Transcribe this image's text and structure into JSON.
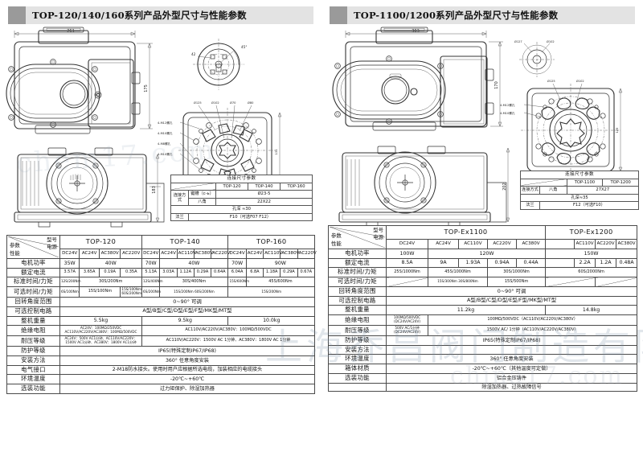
{
  "panels": [
    {
      "title": "TOP-120/140/160系列产品外型尺寸与性能参数",
      "drawing": {
        "width_dim": "261",
        "height_dim": "175",
        "height_dim2": "183",
        "top_view_angle": "45°",
        "top_view_dia": "42",
        "flange_dims": [
          "Ø125",
          "Ø102",
          "Ø70",
          "Ø80"
        ],
        "flange_bolts": [
          "4-M12螺孔",
          "4-M10螺孔",
          "4-M8螺孔",
          "4-M10螺孔"
        ],
        "flange_w": "131",
        "flange_h": "131"
      },
      "conn_table": {
        "title": "连接尺寸参数",
        "models": [
          "TOP-120",
          "TOP-140",
          "TOP-160"
        ],
        "method_label": "连接方式",
        "rows": [
          {
            "type": "键槽（c-ь）",
            "value": "Ø23-5"
          },
          {
            "type": "八角",
            "value": "22X22"
          }
        ],
        "depth": "孔深 ≈30",
        "flange_label": "法兰",
        "flange_value": "F10（可选F07 F12）"
      },
      "spec_table": {
        "corner": {
          "model": "型号",
          "power": "电源",
          "param": "参数",
          "perf": "性能"
        },
        "models": [
          {
            "name": "TOP-120",
            "voltages": [
              "DC24V",
              "AC24V",
              "AC380V",
              "AC220V"
            ]
          },
          {
            "name": "TOP-140",
            "voltages": [
              "DC24V",
              "AC24V",
              "AC110V",
              "AC380V",
              "AC220V"
            ]
          },
          {
            "name": "TOP-160",
            "voltages": [
              "DC24V",
              "AC24V",
              "AC110V",
              "AC380V",
              "AC220V"
            ]
          }
        ],
        "rows": [
          {
            "label": "电机功率",
            "cells": [
              "35W",
              "40W",
              "70W",
              "40W",
              "70W",
              "90W"
            ]
          },
          {
            "label": "额定电流",
            "cells": [
              "3.57A",
              "3.65A",
              "0.19A",
              "0.35A",
              "5.13A",
              "3.03A",
              "1.12A",
              "0.29A",
              "0.64A",
              "6.04A",
              "6.8A",
              "1.18A",
              "0.29A",
              "0.67A"
            ]
          },
          {
            "label": "标准时间/力矩",
            "cells": [
              "12S/200Nm",
              "30S/200Nm",
              "12S/400Nm",
              "30S/400Nm",
              "15S/600Nm",
              "45S/600Nm"
            ]
          },
          {
            "label": "可选时间/力矩",
            "cells": [
              "6S/100Nm",
              "15S/100Nm",
              "15S/100Nm 60S/200Nm",
              "6S/200Nm",
              "15S/200Nm 60S/200Nm",
              "15S/200Nm"
            ]
          },
          {
            "label": "回转角度范围",
            "value": "0~90° 可调"
          },
          {
            "label": "可选控制电路",
            "value": "A型/B型/C型/D型/E型/F型/MK型/MT型"
          },
          {
            "label": "整机重量",
            "cells": [
              "5.5kg",
              "9.5kg",
              "10.0kg"
            ]
          },
          {
            "label": "绝缘电阻",
            "cells": [
              "AC24V：100MΩ/250VDC AC110V/AC220V/AC380V：100MΩ/500VDC",
              "AC110V/AC220V/AC380V：100MΩ/500VDC"
            ]
          },
          {
            "label": "耐压等级",
            "cells": [
              "AC24V：500V AC1分钟、AC110V/AC220V：1500V AC1分钟、AC380V：1800V AC1分钟",
              "AC110V/AC220V：1500V AC 1分钟、AC380V：1800V AC 1分钟"
            ]
          },
          {
            "label": "防护等级",
            "value": "IP65(特殊定制IP67/IP68)"
          },
          {
            "label": "安装方法",
            "value": "360°  任意角度安装"
          },
          {
            "label": "电气接口",
            "value": "2-M18防水接头。使用时用户应根据所选电缆，加装相应的电缆接头"
          },
          {
            "label": "环境温度",
            "value": "-20℃~+60℃"
          },
          {
            "label": "选装功能",
            "value": "过力矩保护、除湿加热器"
          }
        ]
      }
    },
    {
      "title": "TOP-1100/1200系列产品外型尺寸与性能参数",
      "drawing": {
        "width_dim": "303",
        "height_dim": "170",
        "height_dim2": "202",
        "top_view_dia": "Ø127",
        "top_view_dia2": "Ø102",
        "flange_dims": [
          "Ø125",
          "Ø102"
        ],
        "flange_bolts": [
          "4-M12螺孔",
          "4-M10螺孔"
        ],
        "flange_w": "129",
        "flange_h": "129"
      },
      "conn_table": {
        "title": "连接尺寸参数",
        "models": [
          "TOP-1100",
          "TOP-1200"
        ],
        "method_label": "连接方式",
        "rows": [
          {
            "type": "八角",
            "value": "27X27"
          }
        ],
        "depth": "孔深≈35",
        "flange_label": "法兰",
        "flange_value": "F12（可选F10）"
      },
      "spec_table": {
        "corner": {
          "model": "型号",
          "power": "电源",
          "param": "参数",
          "perf": "性能"
        },
        "models": [
          {
            "name": "TOP-Ex1100",
            "voltages": [
              "DC24V",
              "AC24V",
              "AC110V",
              "AC220V",
              "AC380V"
            ]
          },
          {
            "name": "TOP-Ex1200",
            "voltages": [
              "",
              "AC110V",
              "AC220V",
              "AC380V"
            ]
          }
        ],
        "rows": [
          {
            "label": "电机功率",
            "cells": [
              "100W",
              "120W",
              "150W"
            ]
          },
          {
            "label": "额定电流",
            "cells": [
              "8.5A",
              "9A",
              "1.93A",
              "0.94A",
              "0.44A",
              "2.2A",
              "1.2A",
              "0.48A"
            ]
          },
          {
            "label": "标准时间/力矩",
            "cells": [
              "25S/1000Nm",
              "45S/1000Nm",
              "30S/1000Nm",
              "60S/2000Nm"
            ]
          },
          {
            "label": "可选时间/力矩",
            "cells": [
              "",
              "15S/300Nm 30S/800Nm",
              "15S/500Nm",
              "",
              ""
            ]
          },
          {
            "label": "回转角度范围",
            "value": "0~90° 可调"
          },
          {
            "label": "可选控制电路",
            "value": "A型/B型/C型/D型/E型/F型/MK型/MT型"
          },
          {
            "label": "整机重量",
            "cells": [
              "11.2kg",
              "14.8kg"
            ]
          },
          {
            "label": "绝缘电阻",
            "cells": [
              "100MΩ/500VDC (DC24V/AC24V)",
              "100MΩ/500VDC（AC110V/AC220V/AC380V）"
            ]
          },
          {
            "label": "耐压等级",
            "cells": [
              "500V AC/1分钟 (DC24V/AC24V)",
              "1500V AC/ 1分钟（AC110V/AC220V/AC380V）"
            ]
          },
          {
            "label": "防护等级",
            "value": "IP65(特殊定制IP67/IP68)"
          },
          {
            "label": "安装方法",
            "value": ""
          },
          {
            "label": "环境温度",
            "value": "360°  任意角度安装"
          },
          {
            "label": "箱体材质",
            "value": "-20℃~+60℃（其他温度可定做）"
          },
          {
            "label": "选装功能",
            "value": "铝合金压铸件"
          },
          {
            "label": "",
            "value": "除湿加热器、过热故障信号"
          }
        ]
      }
    }
  ],
  "watermarks": {
    "main": "上海乔昌阀门制造有限公司",
    "sub": "china17.com",
    "faint": "chem17.com"
  }
}
